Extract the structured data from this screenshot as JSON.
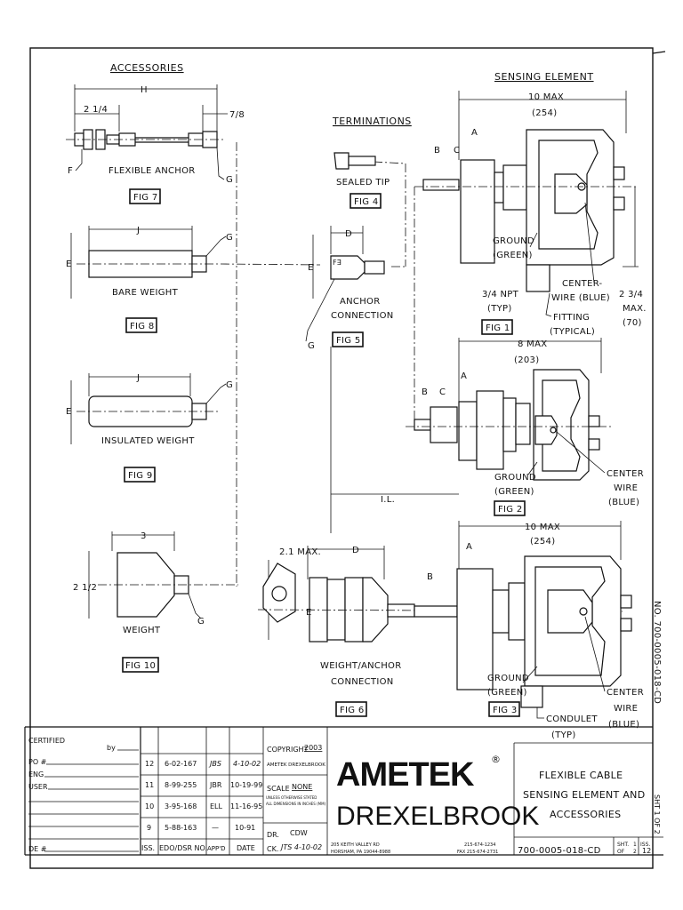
{
  "sections": {
    "accessories": "ACCESSORIES",
    "terminations": "TERMINATIONS",
    "sensing_element": "SENSING ELEMENT"
  },
  "figures": {
    "fig1": "FIG 1",
    "fig2": "FIG 2",
    "fig3": "FIG 3",
    "fig4": "FIG 4",
    "fig5": "FIG 5",
    "fig6": "FIG 6",
    "fig7": "FIG 7",
    "fig8": "FIG 8",
    "fig9": "FIG 9",
    "fig10": "FIG 10"
  },
  "labels": {
    "flexible_anchor": "FLEXIBLE ANCHOR",
    "bare_weight": "BARE WEIGHT",
    "insulated_weight": "INSULATED WEIGHT",
    "weight": "WEIGHT",
    "sealed_tip": "SEALED TIP",
    "anchor": "ANCHOR",
    "connection": "CONNECTION",
    "weight_anchor": "WEIGHT/ANCHOR",
    "ground": "GROUND",
    "green": "(GREEN)",
    "center": "CENTER",
    "wire_blue": "WIRE (BLUE)",
    "wire": "WIRE",
    "blue": "(BLUE)",
    "npt": "3/4 NPT",
    "typ": "(TYP)",
    "fitting": "FITTING",
    "typical": "(TYPICAL)",
    "conduit": "CONDULET",
    "center_wire": "CENTER-"
  },
  "dims": {
    "h": "H",
    "d_2_1_4": "2 1/4",
    "d_7_8": "7/8",
    "j": "J",
    "e": "E",
    "f": "F",
    "g": "G",
    "d": "D",
    "a": "A",
    "b": "B",
    "c": "C",
    "il": "I.L.",
    "max10": "10 MAX",
    "mm254": "(254)",
    "max8": "8 MAX",
    "mm203": "(203)",
    "d_2_3_4": "2 3/4",
    "max": "MAX.",
    "mm70": "(70)",
    "d_3": "3",
    "d_2_1_2": "2 1/2",
    "d_2_1_max": "2.1 MAX."
  },
  "title_block": {
    "certified": "CERTIFIED",
    "by": "by",
    "po": "PO #",
    "eng": "ENG",
    "user": "USER",
    "de": "DE #",
    "revisions": [
      {
        "iss": "12",
        "edo": "6-02-167",
        "app": "JBS",
        "date": "4-10-02"
      },
      {
        "iss": "11",
        "edo": "8-99-255",
        "app": "JBR",
        "date": "10-19-99"
      },
      {
        "iss": "10",
        "edo": "3-95-168",
        "app": "ELL",
        "date": "11-16-95"
      },
      {
        "iss": "9",
        "edo": "5-88-163",
        "app": "—",
        "date": "10-91"
      }
    ],
    "col_iss": "ISS.",
    "col_edo": "EDO/DSR NO.",
    "col_app": "APP'D",
    "col_date": "DATE",
    "copyright_label": "COPYRIGHT",
    "copyright_year": "2003",
    "copyright_owner": "AMETEK DREXELBROOK",
    "scale_label": "SCALE",
    "scale_value": "NONE",
    "tolerance_1": "UNLESS OTHERWISE STATED",
    "tolerance_2": "ALL DIMENSIONS IN INCHES (MM)",
    "dr_label": "DR.",
    "dr_value": "CDW",
    "ck_label": "CK.",
    "ck_value": "JTS 4-10-02",
    "brand_1": "AMETEK",
    "brand_reg": "®",
    "brand_2": "DREXELBROOK",
    "address_1": "205 KEITH VALLEY RD",
    "address_2": "HORSHAM, PA 19044-8988",
    "phone": "215-674-1234",
    "fax": "FAX 215-674-2731",
    "title_1": "FLEXIBLE CABLE",
    "title_2": "SENSING ELEMENT AND",
    "title_3": "ACCESSORIES",
    "drawing_no": "700-0005-018-CD",
    "sht_label": "SHT.",
    "sht_value": "1",
    "of_label": "OF",
    "of_value": "2",
    "iss_label": "ISS.",
    "iss_value": "12",
    "side_no": "NO. 700-0005-018-CD",
    "side_sht": "SHT 1 OF 2"
  }
}
